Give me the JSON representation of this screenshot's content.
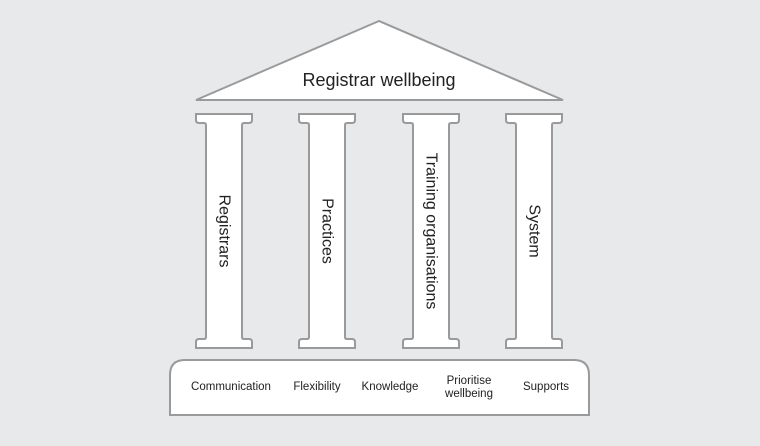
{
  "roof": {
    "label": "Registrar wellbeing"
  },
  "pillars": [
    {
      "label": "Registrars"
    },
    {
      "label": "Practices"
    },
    {
      "label": "Training organisations"
    },
    {
      "label": "System"
    }
  ],
  "foundation": {
    "items": [
      {
        "lines": [
          "Communication"
        ]
      },
      {
        "lines": [
          "Flexibility"
        ]
      },
      {
        "lines": [
          "Knowledge"
        ]
      },
      {
        "lines": [
          "Prioritise",
          "wellbeing"
        ]
      },
      {
        "lines": [
          "Supports"
        ]
      }
    ]
  },
  "colors": {
    "background": "#e8e9eb",
    "fill": "#ffffff",
    "outline": "#999a9c",
    "text": "#222222"
  }
}
